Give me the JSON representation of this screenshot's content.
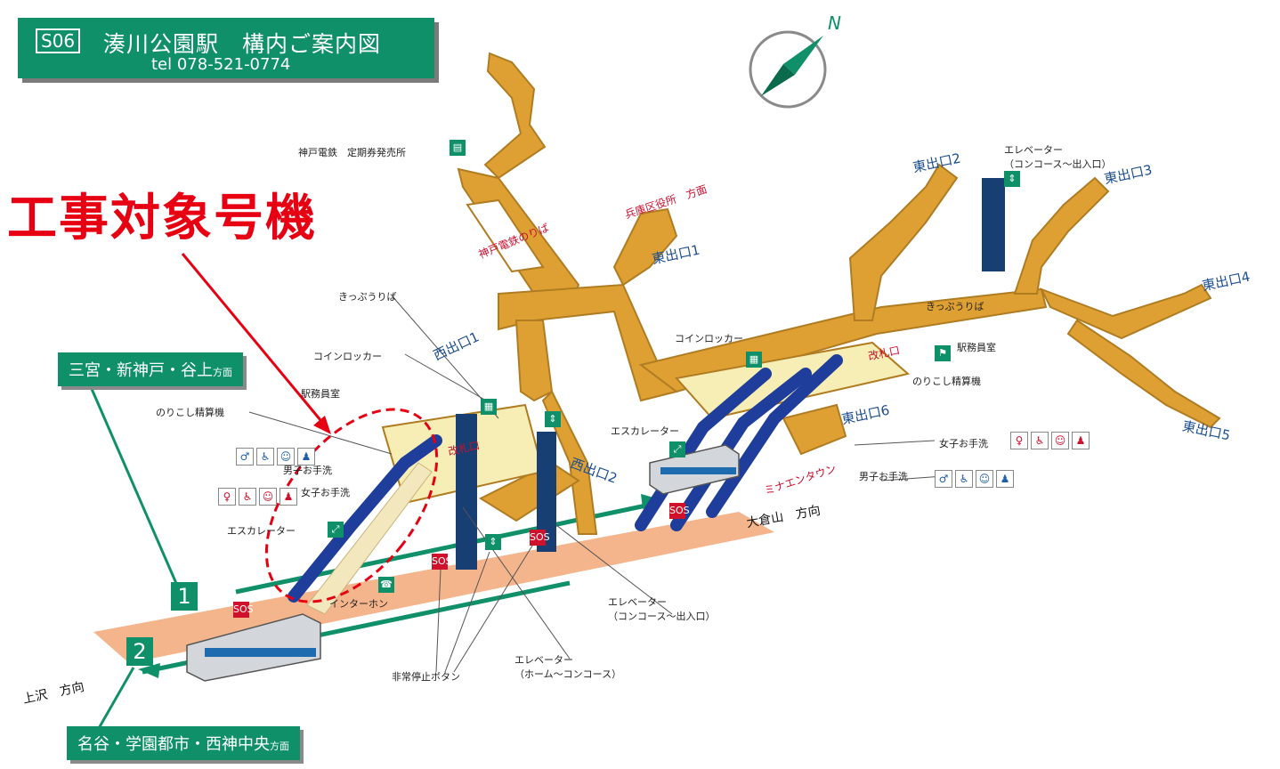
{
  "title": {
    "station_code": "S06",
    "station_name": "湊川公園駅　構内ご案内図",
    "tel": "tel 078-521-0774"
  },
  "highlight": {
    "label": "工事対象号機",
    "color": "#e60012"
  },
  "directions": {
    "top_box": "三宮・新神戸・谷上",
    "top_suffix": "方面",
    "bottom_box": "名谷・学園都市・西神中央",
    "bottom_suffix": "方面",
    "left_direction": "上沢　方向",
    "right_direction": "大倉山　方向"
  },
  "tracks": {
    "one": "1",
    "two": "2"
  },
  "compass": {
    "letter": "N"
  },
  "labels": {
    "kobe_dentetsu_pass": "神戸電鉄　定期券発売所",
    "kobe_dentetsu_platform": "神戸電鉄のりば",
    "hyogo_ward_office": "兵庫区役所　方面",
    "ticket_west": "きっぷうりば",
    "coin_locker_west": "コインロッカー",
    "station_office_west": "駅務員室",
    "fare_adjust_west": "のりこし精算機",
    "mens_toilet_west": "男子お手洗",
    "womens_toilet_west": "女子お手洗",
    "escalator_west": "エスカレーター",
    "intercom": "インターホン",
    "gate_west": "改札口",
    "elevator_concourse_west": "エレベーター\n（コンコース〜出入口）",
    "elevator_platform": "エレベーター\n（ホーム〜コンコース）",
    "emergency_stop": "非常停止ボタン",
    "coin_locker_east": "コインロッカー",
    "escalator_east": "エスカレーター",
    "ticket_east": "きっぷうりば",
    "station_office_east": "駅務員室",
    "fare_adjust_east": "のりこし精算機",
    "gate_east": "改札口",
    "womens_toilet_east": "女子お手洗",
    "mens_toilet_east": "男子お手洗",
    "elevator_east": "エレベーター\n（コンコース〜出入口）",
    "minaen_town": "ミナエンタウン",
    "sos": "SOS"
  },
  "exits": {
    "east1": "東出口1",
    "east2": "東出口2",
    "east3": "東出口3",
    "east4": "東出口4",
    "east5": "東出口5",
    "east6": "東出口6",
    "west1": "西出口1",
    "west2": "西出口2"
  },
  "colors": {
    "passage": "#dea033",
    "passage_dark": "#b07c22",
    "platform": "#f4b58c",
    "concourse": "#f6eeb4",
    "brand_green": "#0f9068",
    "pillar": "#173f73",
    "escalator": "#1f3e9b"
  },
  "icons": [
    "man-icon",
    "wheelchair-icon",
    "baby-icon",
    "woman-icon"
  ]
}
